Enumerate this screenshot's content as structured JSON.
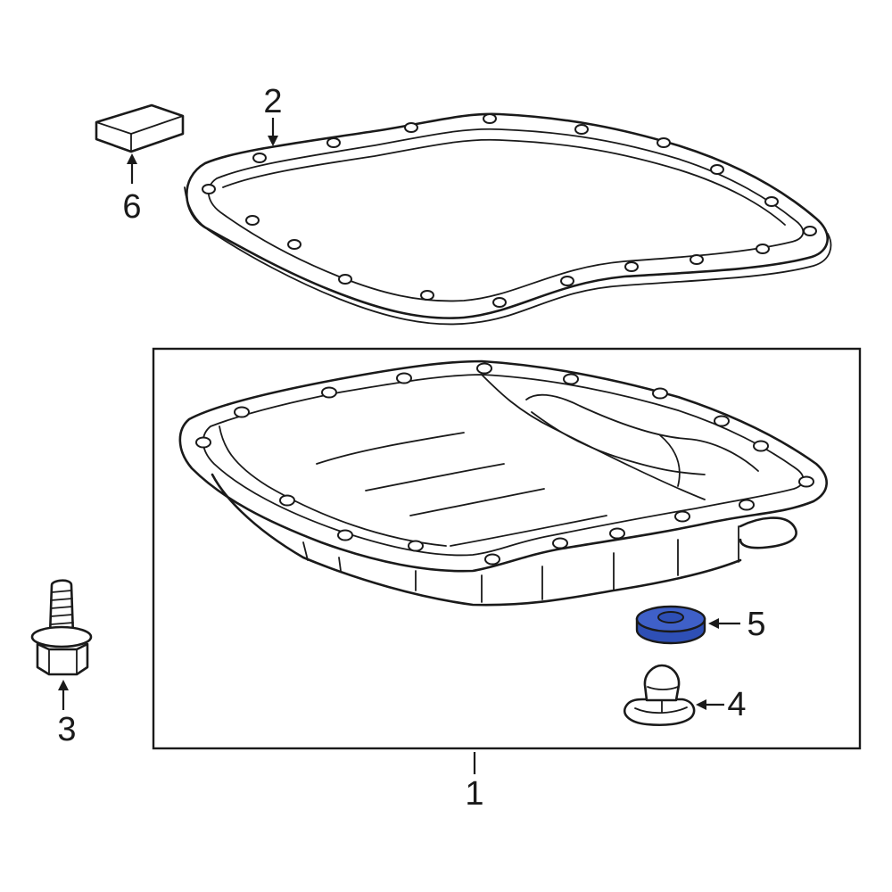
{
  "colors": {
    "ink": "#1a1a1a",
    "highlight": "#2e4fb5",
    "background": "#ffffff"
  },
  "callouts": {
    "pan": "1",
    "gasket": "2",
    "bolt": "3",
    "clip": "4",
    "washer": "5",
    "sealant": "6"
  },
  "highlighted_part": "5"
}
